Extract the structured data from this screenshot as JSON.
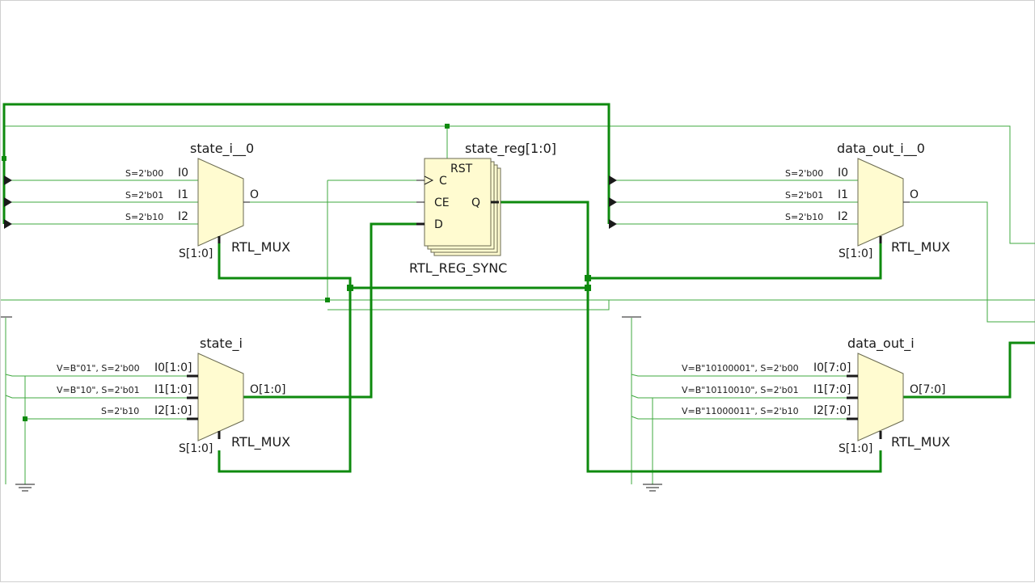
{
  "cells": {
    "state_i__0": {
      "name": "state_i__0",
      "type": "RTL_MUX",
      "pins": {
        "i0": "I0",
        "i1": "I1",
        "i2": "I2",
        "out": "O",
        "sel": "S[1:0]"
      },
      "attrs": {
        "i0": "S=2'b00",
        "i1": "S=2'b01",
        "i2": "S=2'b10"
      }
    },
    "state_reg": {
      "name": "state_reg[1:0]",
      "type": "RTL_REG_SYNC",
      "pins": {
        "c": "C",
        "ce": "CE",
        "d": "D",
        "q": "Q",
        "rst": "RST"
      }
    },
    "data_out_i__0": {
      "name": "data_out_i__0",
      "type": "RTL_MUX",
      "pins": {
        "i0": "I0",
        "i1": "I1",
        "i2": "I2",
        "out": "O",
        "sel": "S[1:0]"
      },
      "attrs": {
        "i0": "S=2'b00",
        "i1": "S=2'b01",
        "i2": "S=2'b10"
      }
    },
    "state_i": {
      "name": "state_i",
      "type": "RTL_MUX",
      "pins": {
        "i0": "I0[1:0]",
        "i1": "I1[1:0]",
        "i2": "I2[1:0]",
        "out": "O[1:0]",
        "sel": "S[1:0]"
      },
      "attrs": {
        "i0": "V=B\"01\", S=2'b00",
        "i1": "V=B\"10\", S=2'b01",
        "i2": "S=2'b10"
      }
    },
    "data_out_i": {
      "name": "data_out_i",
      "type": "RTL_MUX",
      "pins": {
        "i0": "I0[7:0]",
        "i1": "I1[7:0]",
        "i2": "I2[7:0]",
        "out": "O[7:0]",
        "sel": "S[1:0]"
      },
      "attrs": {
        "i0": "V=B\"10100001\", S=2'b00",
        "i1": "V=B\"10110010\", S=2'b01",
        "i2": "V=B\"11000011\", S=2'b10"
      }
    }
  },
  "colors": {
    "wire": "#3fa83f",
    "bus": "#0e8a0e",
    "cell_fill": "#fffbd0",
    "text": "#1a1a1a"
  }
}
